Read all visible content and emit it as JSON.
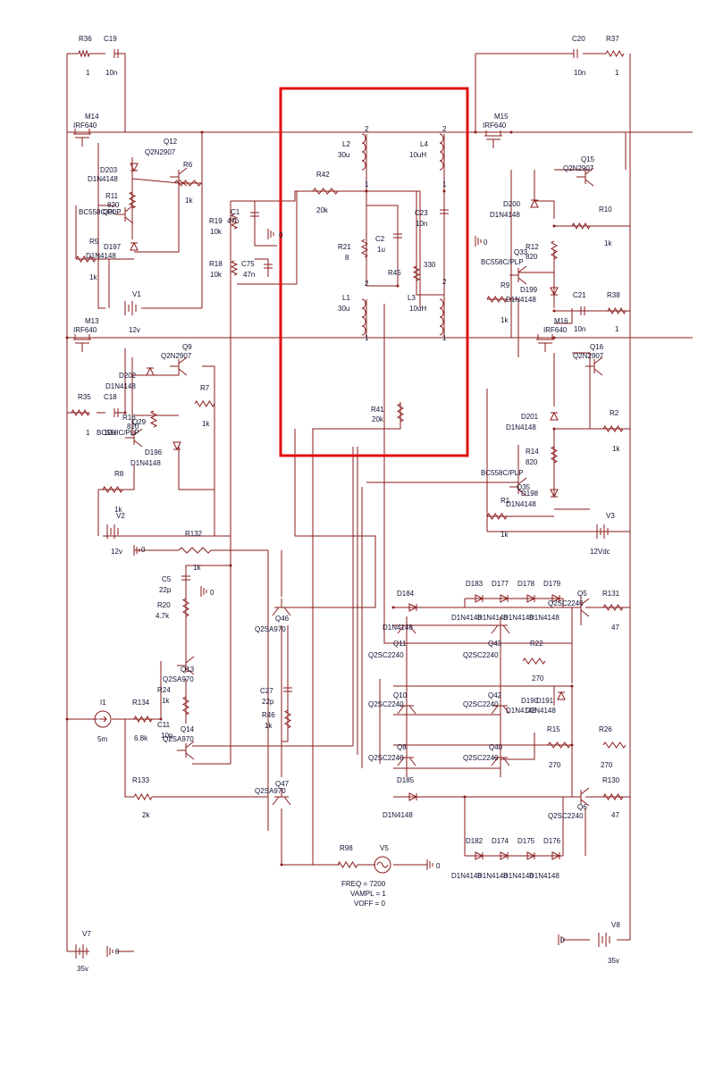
{
  "colors": {
    "wire": "#8a1a1a",
    "text": "#111133",
    "highlight": "#e01010",
    "background": "#ffffff"
  },
  "labels": [
    {
      "id": "R36",
      "t": "R36"
    },
    {
      "id": "R36v",
      "t": "1"
    },
    {
      "id": "C19",
      "t": "C19"
    },
    {
      "id": "C19v",
      "t": "10n"
    },
    {
      "id": "C20",
      "t": "C20"
    },
    {
      "id": "C20v",
      "t": "10n"
    },
    {
      "id": "R37",
      "t": "R37"
    },
    {
      "id": "R37v",
      "t": "1"
    },
    {
      "id": "M14",
      "t": "M14"
    },
    {
      "id": "M14v",
      "t": "IRF640"
    },
    {
      "id": "M15",
      "t": "M15"
    },
    {
      "id": "M15v",
      "t": "IRF640"
    },
    {
      "id": "Q12",
      "t": "Q12"
    },
    {
      "id": "Q12v",
      "t": "Q2N2907"
    },
    {
      "id": "R6",
      "t": "R6"
    },
    {
      "id": "R6v",
      "t": "1k"
    },
    {
      "id": "D203",
      "t": "D203"
    },
    {
      "id": "D203v",
      "t": "D1N4148"
    },
    {
      "id": "R11",
      "t": "R11"
    },
    {
      "id": "R11v",
      "t": "820"
    },
    {
      "id": "Q30",
      "t": "Q30"
    },
    {
      "id": "Q30v",
      "t": "BC558C/PLP"
    },
    {
      "id": "D197",
      "t": "D197"
    },
    {
      "id": "D197v",
      "t": "D1N4148"
    },
    {
      "id": "R5",
      "t": "R5"
    },
    {
      "id": "R5v",
      "t": "1k"
    },
    {
      "id": "V1",
      "t": "V1"
    },
    {
      "id": "V1v",
      "t": "12v"
    },
    {
      "id": "L2",
      "t": "L2"
    },
    {
      "id": "L2v",
      "t": "30u"
    },
    {
      "id": "L4",
      "t": "L4"
    },
    {
      "id": "L4v",
      "t": "10uH"
    },
    {
      "id": "R42",
      "t": "R42"
    },
    {
      "id": "R42v",
      "t": "20k"
    },
    {
      "id": "C1",
      "t": "C1"
    },
    {
      "id": "C1v",
      "t": "47n"
    },
    {
      "id": "R19",
      "t": "R19"
    },
    {
      "id": "R19v",
      "t": "10k"
    },
    {
      "id": "R18",
      "t": "R18"
    },
    {
      "id": "R18v",
      "t": "10k"
    },
    {
      "id": "C75",
      "t": "C75"
    },
    {
      "id": "C75v",
      "t": "47n"
    },
    {
      "id": "R21",
      "t": "R21"
    },
    {
      "id": "R21v",
      "t": "8"
    },
    {
      "id": "C2",
      "t": "C2"
    },
    {
      "id": "C2v",
      "t": "1u"
    },
    {
      "id": "R45",
      "t": "R45"
    },
    {
      "id": "R45v",
      "t": "330"
    },
    {
      "id": "C23",
      "t": "C23"
    },
    {
      "id": "C23v",
      "t": "10n"
    },
    {
      "id": "L1",
      "t": "L1"
    },
    {
      "id": "L1v",
      "t": "30u"
    },
    {
      "id": "L3",
      "t": "L3"
    },
    {
      "id": "L3v",
      "t": "10uH"
    },
    {
      "id": "n2a",
      "t": "2"
    },
    {
      "id": "n2b",
      "t": "2"
    },
    {
      "id": "n1a",
      "t": "1"
    },
    {
      "id": "n1b",
      "t": "1"
    },
    {
      "id": "n2c",
      "t": "2"
    },
    {
      "id": "n2d",
      "t": "2"
    },
    {
      "id": "n1c",
      "t": "1"
    },
    {
      "id": "n1d",
      "t": "1"
    },
    {
      "id": "gnd0a",
      "t": "0"
    },
    {
      "id": "gnd0b",
      "t": "0"
    },
    {
      "id": "D200",
      "t": "D200"
    },
    {
      "id": "D200v",
      "t": "D1N4148"
    },
    {
      "id": "Q15",
      "t": "Q15"
    },
    {
      "id": "Q15v",
      "t": "Q2N2907"
    },
    {
      "id": "R10",
      "t": "R10"
    },
    {
      "id": "R10v",
      "t": "1k"
    },
    {
      "id": "R12",
      "t": "R12"
    },
    {
      "id": "R12v",
      "t": "820"
    },
    {
      "id": "Q33",
      "t": "Q33"
    },
    {
      "id": "Q33v",
      "t": "BC558C/PLP"
    },
    {
      "id": "R9",
      "t": "R9"
    },
    {
      "id": "R9v",
      "t": "1k"
    },
    {
      "id": "D199",
      "t": "D199"
    },
    {
      "id": "D199v",
      "t": "D1N4148"
    },
    {
      "id": "C21",
      "t": "C21"
    },
    {
      "id": "C21v",
      "t": "10n"
    },
    {
      "id": "R38",
      "t": "R38"
    },
    {
      "id": "R38v",
      "t": "1"
    },
    {
      "id": "M13",
      "t": "M13"
    },
    {
      "id": "M13v",
      "t": "IRF640"
    },
    {
      "id": "M16",
      "t": "M16"
    },
    {
      "id": "M16v",
      "t": "IRF640"
    },
    {
      "id": "Q9",
      "t": "Q9"
    },
    {
      "id": "Q9v",
      "t": "Q2N2907"
    },
    {
      "id": "D202",
      "t": "D202"
    },
    {
      "id": "D202v",
      "t": "D1N4148"
    },
    {
      "id": "R7",
      "t": "R7"
    },
    {
      "id": "R7v",
      "t": "1k"
    },
    {
      "id": "R35",
      "t": "R35"
    },
    {
      "id": "R35v",
      "t": "1"
    },
    {
      "id": "C18",
      "t": "C18"
    },
    {
      "id": "C18v",
      "t": "10n"
    },
    {
      "id": "R16",
      "t": "R16"
    },
    {
      "id": "R16v",
      "t": "820"
    },
    {
      "id": "Q29",
      "t": "Q29"
    },
    {
      "id": "Q29v",
      "t": "BC558C/PLP"
    },
    {
      "id": "D196",
      "t": "D196"
    },
    {
      "id": "D196v",
      "t": "D1N4148"
    },
    {
      "id": "R8",
      "t": "R8"
    },
    {
      "id": "R8v",
      "t": "1k"
    },
    {
      "id": "V2",
      "t": "V2"
    },
    {
      "id": "V2v",
      "t": "12v"
    },
    {
      "id": "R132",
      "t": "R132"
    },
    {
      "id": "R132v",
      "t": "1k"
    },
    {
      "id": "R41",
      "t": "R41"
    },
    {
      "id": "R41v",
      "t": "20k"
    },
    {
      "id": "Q16",
      "t": "Q16"
    },
    {
      "id": "Q16v",
      "t": "Q2N2907"
    },
    {
      "id": "D201",
      "t": "D201"
    },
    {
      "id": "D201v",
      "t": "D1N4148"
    },
    {
      "id": "R2",
      "t": "R2"
    },
    {
      "id": "R2v",
      "t": "1k"
    },
    {
      "id": "R14",
      "t": "R14"
    },
    {
      "id": "R14v",
      "t": "820"
    },
    {
      "id": "Q35",
      "t": "Q35"
    },
    {
      "id": "Q35v",
      "t": "BC558C/PLP"
    },
    {
      "id": "D198",
      "t": "D198"
    },
    {
      "id": "D198v",
      "t": "D1N4148"
    },
    {
      "id": "R1",
      "t": "R1"
    },
    {
      "id": "R1v",
      "t": "1k"
    },
    {
      "id": "V3",
      "t": "V3"
    },
    {
      "id": "V3v",
      "t": "12Vdc"
    },
    {
      "id": "C5",
      "t": "C5"
    },
    {
      "id": "C5v",
      "t": "22p"
    },
    {
      "id": "R20",
      "t": "R20"
    },
    {
      "id": "R20v",
      "t": "4.7k"
    },
    {
      "id": "gnd0c",
      "t": "0"
    },
    {
      "id": "gnd0d",
      "t": "0"
    },
    {
      "id": "Q46",
      "t": "Q46"
    },
    {
      "id": "Q46v",
      "t": "Q2SA970"
    },
    {
      "id": "D184",
      "t": "D184"
    },
    {
      "id": "D184v",
      "t": "D1N4148"
    },
    {
      "id": "D183",
      "t": "D183"
    },
    {
      "id": "D177",
      "t": "D177"
    },
    {
      "id": "D178",
      "t": "D178"
    },
    {
      "id": "D179",
      "t": "D179"
    },
    {
      "id": "D183v",
      "t": "D1N4148"
    },
    {
      "id": "D177v",
      "t": "D1N4148"
    },
    {
      "id": "D178v",
      "t": "D1N4148"
    },
    {
      "id": "D179v",
      "t": "D1N4148"
    },
    {
      "id": "Q5",
      "t": "Q5"
    },
    {
      "id": "Q5v",
      "t": "Q2SC2240"
    },
    {
      "id": "R131",
      "t": "R131"
    },
    {
      "id": "R131v",
      "t": "47"
    },
    {
      "id": "Q11",
      "t": "Q11"
    },
    {
      "id": "Q11v",
      "t": "Q2SC2240"
    },
    {
      "id": "Q43",
      "t": "Q43"
    },
    {
      "id": "Q43v",
      "t": "Q2SC2240"
    },
    {
      "id": "R22",
      "t": "R22"
    },
    {
      "id": "R22v",
      "t": "270"
    },
    {
      "id": "Q13",
      "t": "Q13"
    },
    {
      "id": "Q13v",
      "t": "Q2SA970"
    },
    {
      "id": "R24",
      "t": "R24"
    },
    {
      "id": "R24v",
      "t": "1k"
    },
    {
      "id": "I1",
      "t": "I1"
    },
    {
      "id": "I1v",
      "t": "5m"
    },
    {
      "id": "R134",
      "t": "R134"
    },
    {
      "id": "R134v",
      "t": "6.8k"
    },
    {
      "id": "C11",
      "t": "C11"
    },
    {
      "id": "C11v",
      "t": "10p"
    },
    {
      "id": "Q14",
      "t": "Q14"
    },
    {
      "id": "Q14v",
      "t": "Q2SA970"
    },
    {
      "id": "C27",
      "t": "C27"
    },
    {
      "id": "C27v",
      "t": "22p"
    },
    {
      "id": "R46",
      "t": "R46"
    },
    {
      "id": "R46v",
      "t": "1k"
    },
    {
      "id": "Q10",
      "t": "Q10"
    },
    {
      "id": "Q10v",
      "t": "Q2SC2240"
    },
    {
      "id": "Q42",
      "t": "Q42"
    },
    {
      "id": "Q42v",
      "t": "Q2SC2240"
    },
    {
      "id": "D190",
      "t": "D190"
    },
    {
      "id": "D190v",
      "t": "D1N4148"
    },
    {
      "id": "D191",
      "t": "D191"
    },
    {
      "id": "D191v",
      "t": "D1N4148"
    },
    {
      "id": "Q8",
      "t": "Q8"
    },
    {
      "id": "Q8v",
      "t": "Q2SC2240"
    },
    {
      "id": "Q40",
      "t": "Q40"
    },
    {
      "id": "Q40v",
      "t": "Q2SC2240"
    },
    {
      "id": "R15",
      "t": "R15"
    },
    {
      "id": "R15v",
      "t": "270"
    },
    {
      "id": "R26",
      "t": "R26"
    },
    {
      "id": "R26v",
      "t": "270"
    },
    {
      "id": "R133",
      "t": "R133"
    },
    {
      "id": "R133v",
      "t": "2k"
    },
    {
      "id": "Q47",
      "t": "Q47"
    },
    {
      "id": "Q47v",
      "t": "Q2SA970"
    },
    {
      "id": "D185",
      "t": "D185"
    },
    {
      "id": "D185v",
      "t": "D1N4148"
    },
    {
      "id": "Q6",
      "t": "Q6"
    },
    {
      "id": "Q6v",
      "t": "Q2SC2240"
    },
    {
      "id": "R130",
      "t": "R130"
    },
    {
      "id": "R130v",
      "t": "47"
    },
    {
      "id": "D182",
      "t": "D182"
    },
    {
      "id": "D174",
      "t": "D174"
    },
    {
      "id": "D175",
      "t": "D175"
    },
    {
      "id": "D176",
      "t": "D176"
    },
    {
      "id": "D182v",
      "t": "D1N4148"
    },
    {
      "id": "D174v",
      "t": "D1N4148"
    },
    {
      "id": "D175v",
      "t": "D1N4148"
    },
    {
      "id": "D176v",
      "t": "D1N4148"
    },
    {
      "id": "R98",
      "t": "R98"
    },
    {
      "id": "V5",
      "t": "V5"
    },
    {
      "id": "gnd0e",
      "t": "0"
    },
    {
      "id": "FREQ",
      "t": "FREQ = 7200"
    },
    {
      "id": "VAMPL",
      "t": "VAMPL = 1"
    },
    {
      "id": "VOFF",
      "t": "VOFF = 0"
    },
    {
      "id": "V7",
      "t": "V7"
    },
    {
      "id": "V7v",
      "t": "35v"
    },
    {
      "id": "gnd0f",
      "t": "0"
    },
    {
      "id": "V8",
      "t": "V8"
    },
    {
      "id": "V8v",
      "t": "35v"
    },
    {
      "id": "gnd0g",
      "t": "0"
    }
  ]
}
